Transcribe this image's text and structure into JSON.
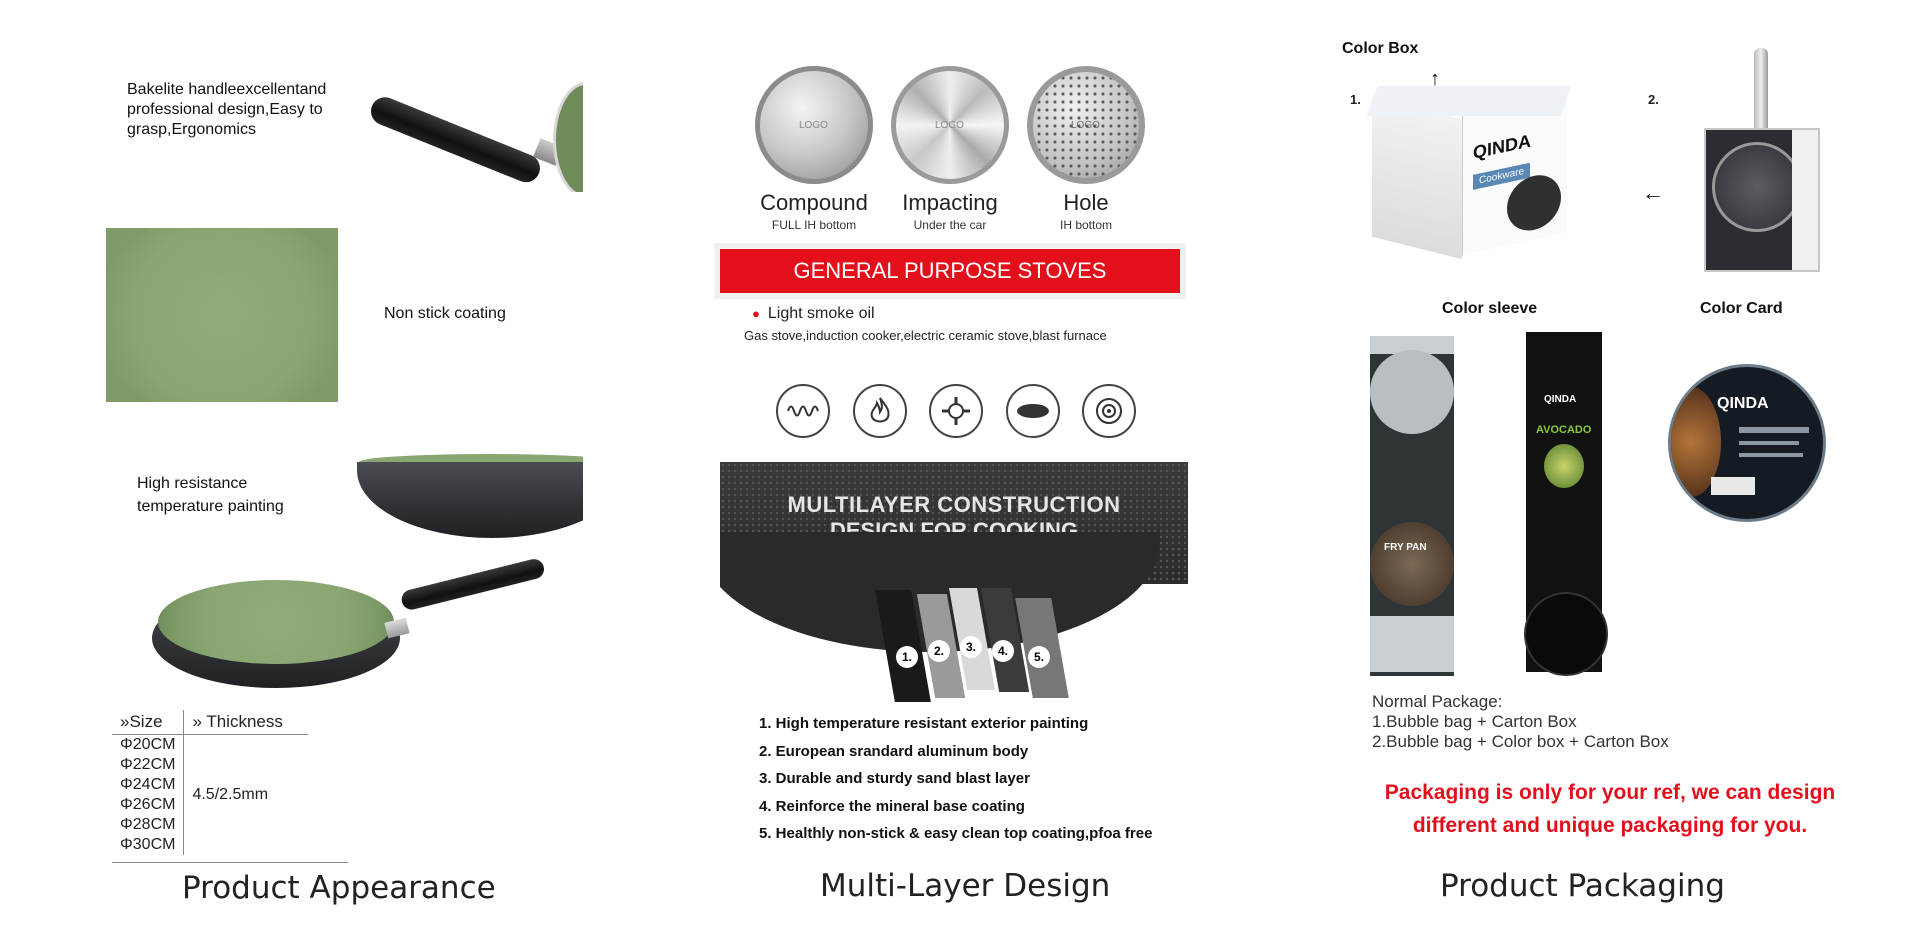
{
  "captions": {
    "appearance": "Product Appearance",
    "multilayer": "Multi-Layer Design",
    "packaging": "Product Packaging"
  },
  "appearance": {
    "features": {
      "handle": "Bakelite handleexcellentand professional design,Easy to grasp,Ergonomics",
      "coating": "Non stick coating",
      "painting": "High resistance temperature painting"
    },
    "table": {
      "size_header": "»Size",
      "thickness_header": "» Thickness",
      "sizes": [
        "Φ20CM",
        "Φ22CM",
        "Φ24CM",
        "Φ26CM",
        "Φ28CM",
        "Φ30CM"
      ],
      "thickness": "4.5/2.5mm"
    }
  },
  "multilayer": {
    "bottoms": [
      {
        "name": "Compound",
        "sub": "FULL IH bottom",
        "logo": "LOGO"
      },
      {
        "name": "Impacting",
        "sub": "Under the car",
        "logo": "LOGO"
      },
      {
        "name": "Hole",
        "sub": "IH bottom",
        "logo": "LOGO"
      }
    ],
    "banner": "GENERAL PURPOSE STOVES",
    "bullet": "Light smoke oil",
    "stoves_line": "Gas stove,induction cooker,electric ceramic stove,blast furnace",
    "stove_icons": [
      "coil-stove-icon",
      "gas-flame-icon",
      "gas-burner-icon",
      "ceramic-plate-icon",
      "induction-icon"
    ],
    "construction_title_1": "MULTILAYER CONSTRUCTION",
    "construction_title_2": "DESIGN FOR COOKING",
    "layer_numbers": [
      "1.",
      "2.",
      "3.",
      "4.",
      "5."
    ],
    "layers": [
      "1. High temperature resistant exterior painting",
      "2. European srandard aluminum body",
      "3. Durable and sturdy sand blast layer",
      "4. Reinforce the mineral base coating",
      "5. Healthly non-stick & easy clean top coating,pfoa free"
    ]
  },
  "packaging": {
    "color_box": "Color Box",
    "step1": "1.",
    "step2": "2.",
    "color_sleeve": "Color sleeve",
    "color_card": "Color Card",
    "brand": "QINDA",
    "box_text": "Cookware",
    "sleeve1_text": "FRY PAN",
    "sleeve2_text": "AVOCADO",
    "normal_title": "Normal Package:",
    "normal_1": "1.Bubble bag + Carton Box",
    "normal_2": "2.Bubble bag + Color box + Carton Box",
    "note_1": "Packaging is only for your ref, we can design",
    "note_2": "different and unique packaging for you."
  },
  "colors": {
    "accent_red": "#e3101c",
    "pan_green": "#8aa673",
    "pan_dark": "#2e3034"
  }
}
